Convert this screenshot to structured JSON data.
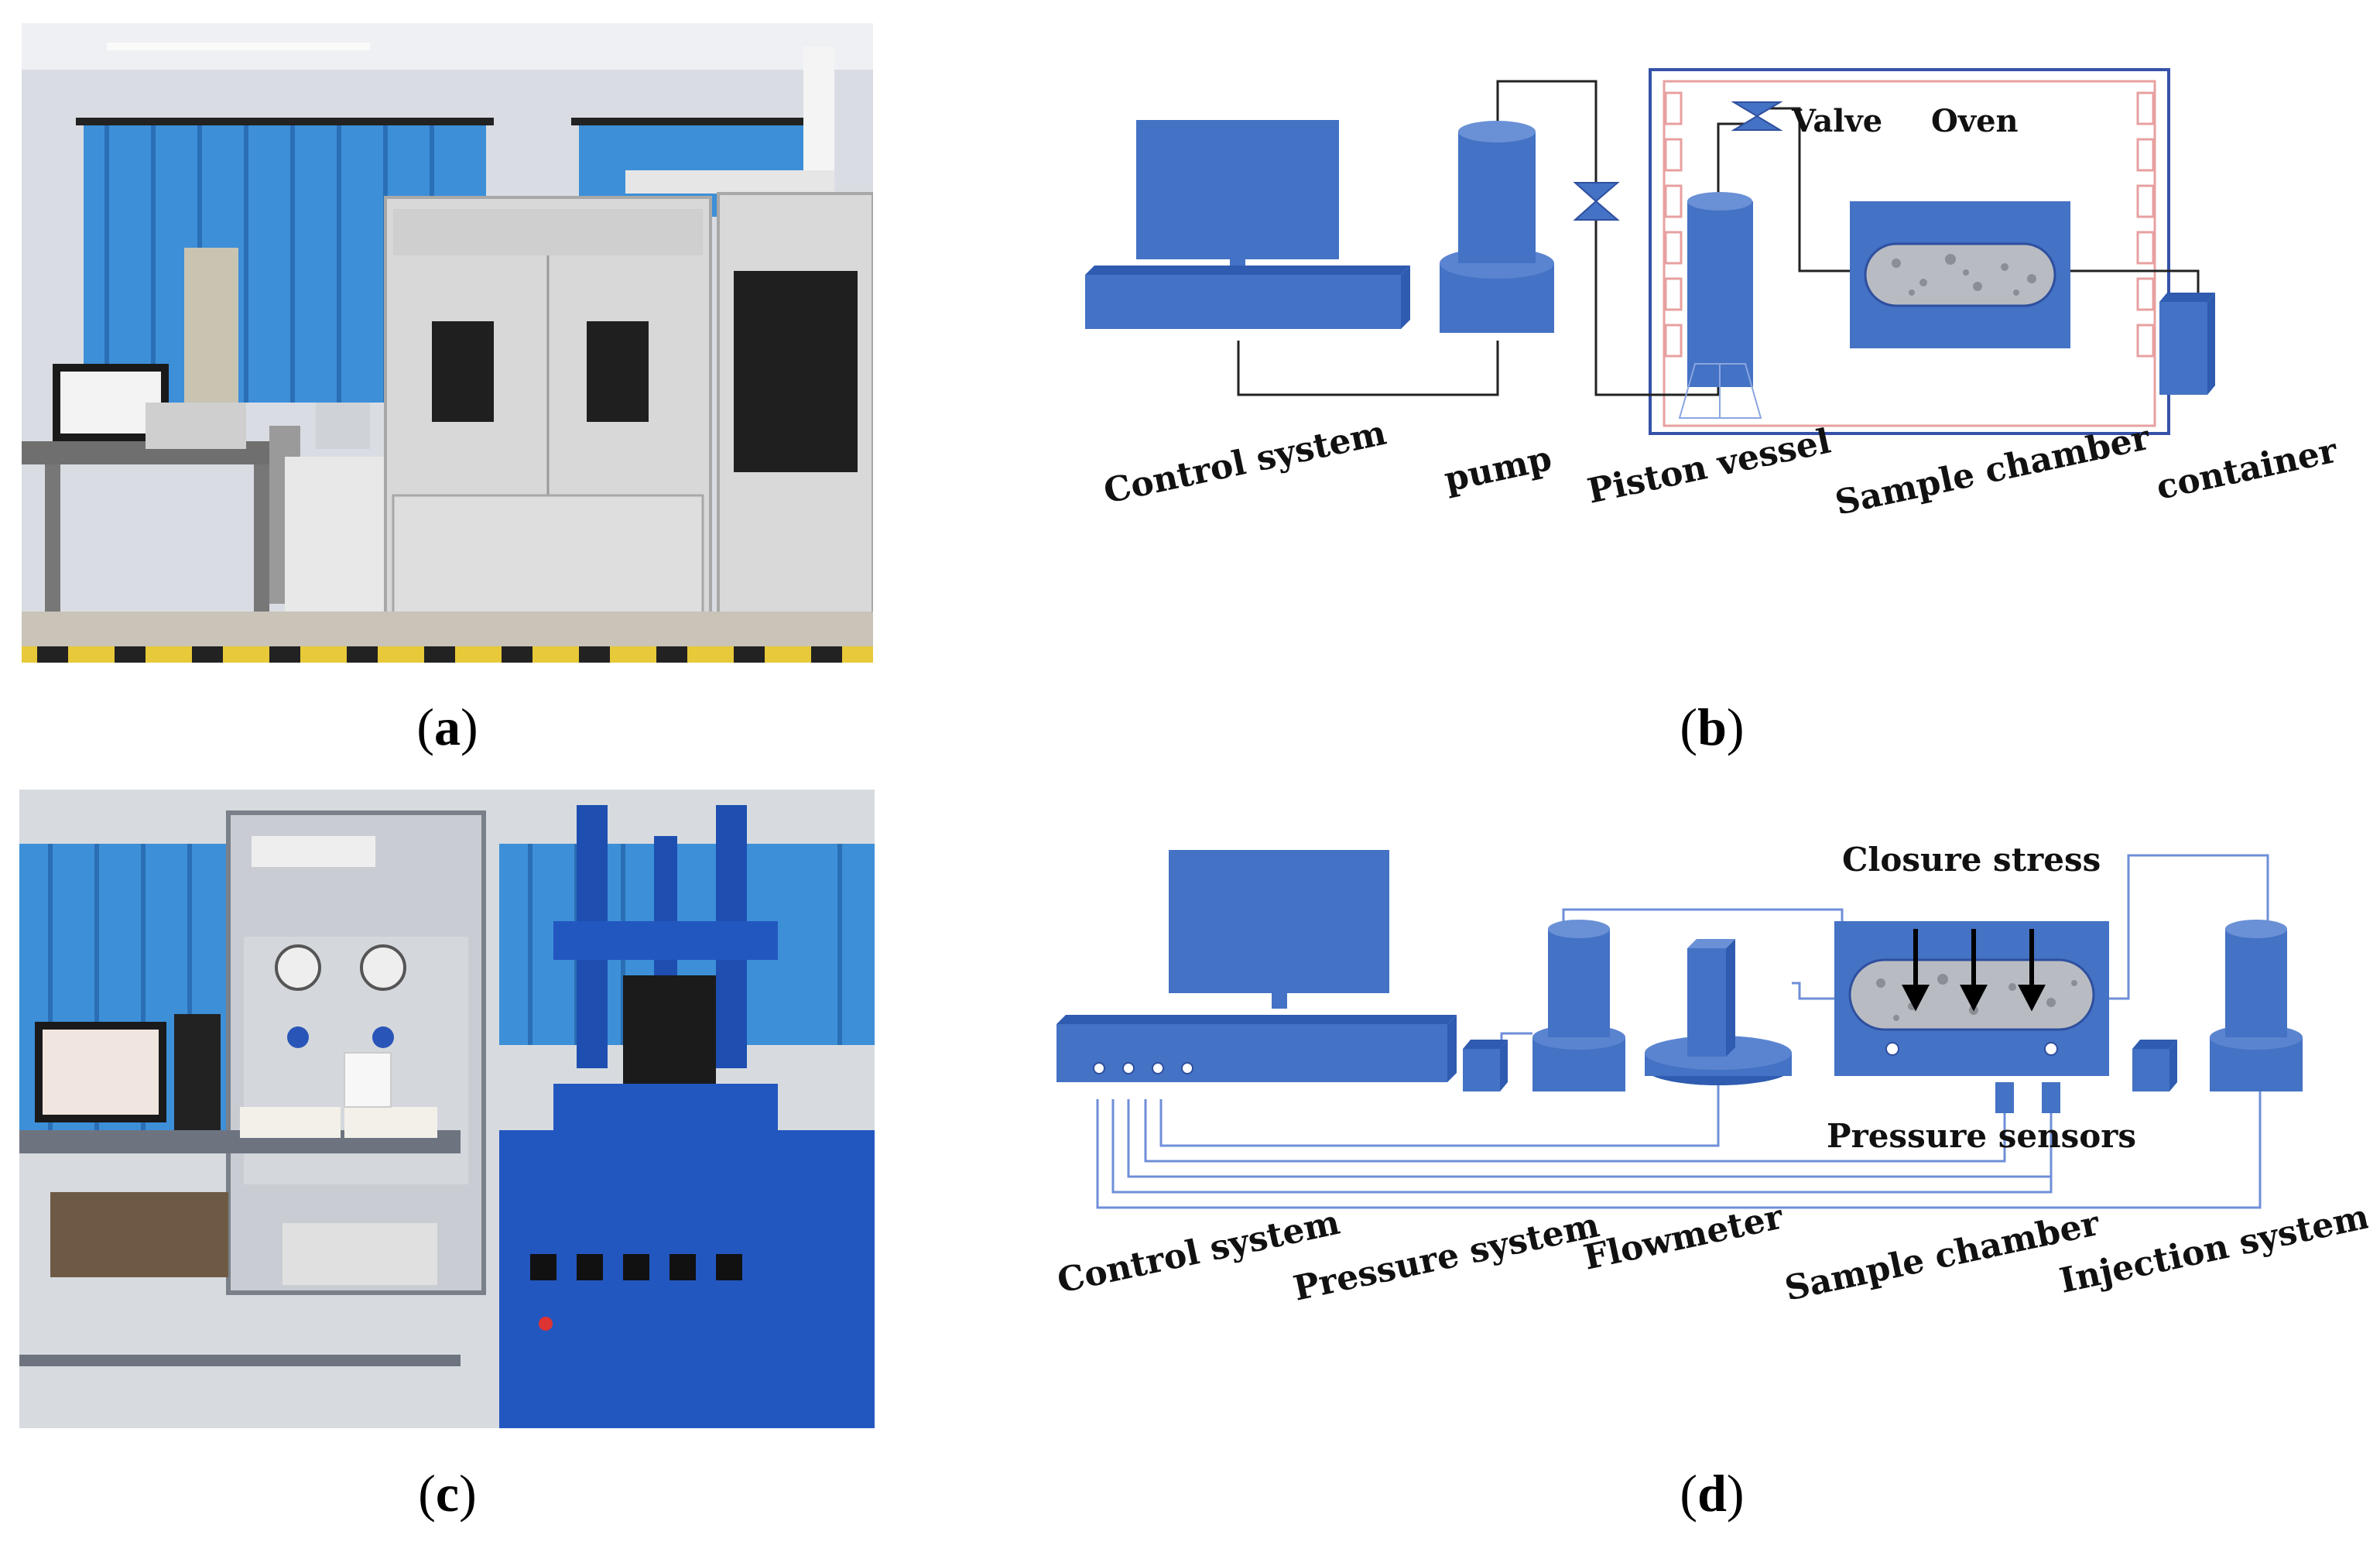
{
  "panels": {
    "a": {
      "label": "a"
    },
    "b": {
      "label": "b",
      "valve": "Valve",
      "oven": "Oven",
      "control_system": "Control system",
      "pump": "pump",
      "piston_vessel": "Piston vessel",
      "sample_chamber": "Sample chamber",
      "container": "container"
    },
    "c": {
      "label": "c"
    },
    "d": {
      "label": "d",
      "closure_stress": "Closure stress",
      "pressure_sensors": "Pressure sensors",
      "control_system": "Control system",
      "pressure_system": "Pressure system",
      "flowmeter": "Flowmeter",
      "sample_chamber": "Sample chamber",
      "injection_system": "Injection system"
    }
  },
  "colors": {
    "equipment_blue": "#4472c4",
    "dark_blue": "#2f4f9f",
    "oven_red": "#e8a0a0",
    "line_blue": "#6f8fd8"
  }
}
